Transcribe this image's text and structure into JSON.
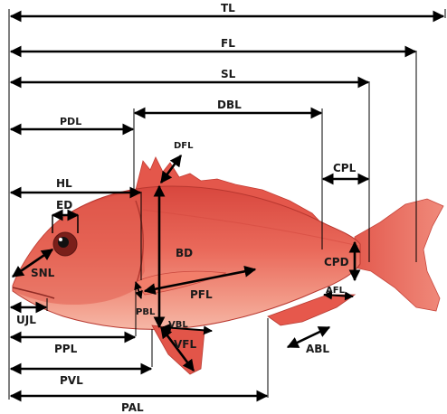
{
  "labels": {
    "tl": "TL",
    "fl": "FL",
    "sl": "SL",
    "dbl": "DBL",
    "pdl": "PDL",
    "dfl": "DFL",
    "cpl": "CPL",
    "hl": "HL",
    "ed": "ED",
    "bd": "BD",
    "cpd": "CPD",
    "snl": "SNL",
    "pfl": "PFL",
    "afl": "AFL",
    "pbl": "PBL",
    "vbl": "VBL",
    "vfl": "VFL",
    "ujl": "UJL",
    "abl": "ABL",
    "ppl": "PPL",
    "pvl": "PVL",
    "pal": "PAL"
  },
  "colors": {
    "fish_body": "#e8554a",
    "fish_dark": "#c93b33",
    "fish_light": "#f3a08d",
    "fin": "#ef6a5c",
    "arrow": "#000000"
  }
}
